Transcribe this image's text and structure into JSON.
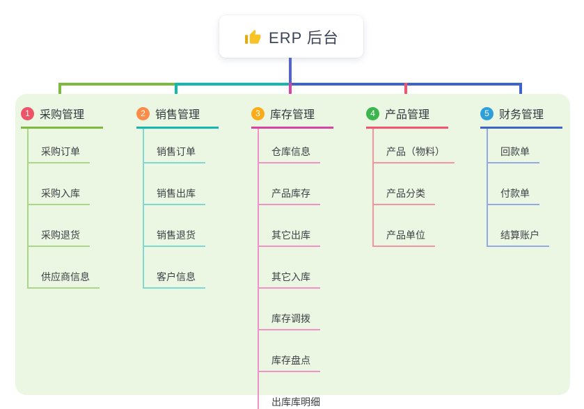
{
  "root": {
    "title": "ERP 后台",
    "icon": "thumbs-up-icon",
    "icon_color": "#f7c325"
  },
  "colors": {
    "canvas_background": "#ecf7e3",
    "root_stem": "#5064d4"
  },
  "branches": [
    {
      "index": "1",
      "label": "采购管理",
      "badge_color": "#ee5368",
      "line_color": "#7cb93e",
      "child_line_color": "#abd687",
      "items": [
        "采购订单",
        "采购入库",
        "采购退货",
        "供应商信息"
      ]
    },
    {
      "index": "2",
      "label": "销售管理",
      "badge_color": "#fc8c49",
      "line_color": "#12b7ae",
      "child_line_color": "#7fd9d2",
      "items": [
        "销售订单",
        "销售出库",
        "销售退货",
        "客户信息"
      ]
    },
    {
      "index": "3",
      "label": "库存管理",
      "badge_color": "#fbac18",
      "line_color": "#d944a4",
      "child_line_color": "#f291c5",
      "items": [
        "仓库信息",
        "产品库存",
        "其它出库",
        "其它入库",
        "库存调拨",
        "库存盘点",
        "出库库明细"
      ]
    },
    {
      "index": "4",
      "label": "产品管理",
      "badge_color": "#3db54e",
      "line_color": "#f5536e",
      "child_line_color": "#f7939f",
      "items": [
        "产品（物料）",
        "产品分类",
        "产品单位"
      ]
    },
    {
      "index": "5",
      "label": "财务管理",
      "badge_color": "#2da0dc",
      "line_color": "#3e63cc",
      "child_line_color": "#92a9e2",
      "items": [
        "回款单",
        "付款单",
        "结算账户"
      ]
    }
  ]
}
